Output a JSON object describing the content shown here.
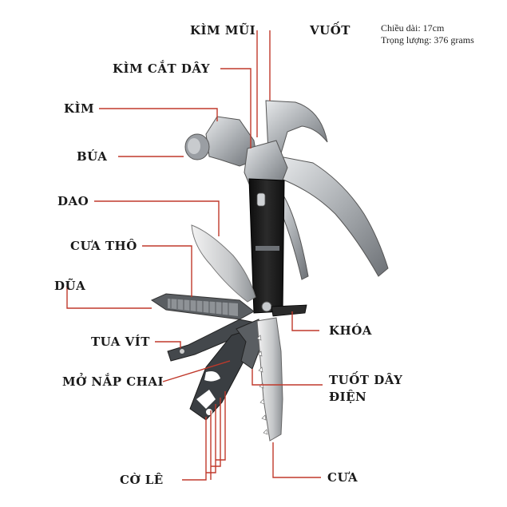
{
  "specs": {
    "length": "Chiều dài: 17cm",
    "weight": "Trọng lượng: 376 grams"
  },
  "labels": {
    "nose_pliers": "KÌM MŨI",
    "claw": "VUỐT",
    "wire_cutter": "KÌM CẮT DÂY",
    "pliers": "KÌM",
    "hammer": "BÚA",
    "knife": "DAO",
    "coarse_saw": "CƯA THÔ",
    "file": "DŨA",
    "lock": "KHÓA",
    "screwdriver": "TUA VÍT",
    "bottle_opener": "MỞ NẮP CHAI",
    "wire_stripper": [
      "TUỐT DÂY",
      "ĐIỆN"
    ],
    "wrench": "CỜ LÊ",
    "saw": "CƯA"
  },
  "colors": {
    "leader_line": "#c0392b",
    "metal": "#b8bcc0",
    "handle": "#1c1c1c"
  }
}
